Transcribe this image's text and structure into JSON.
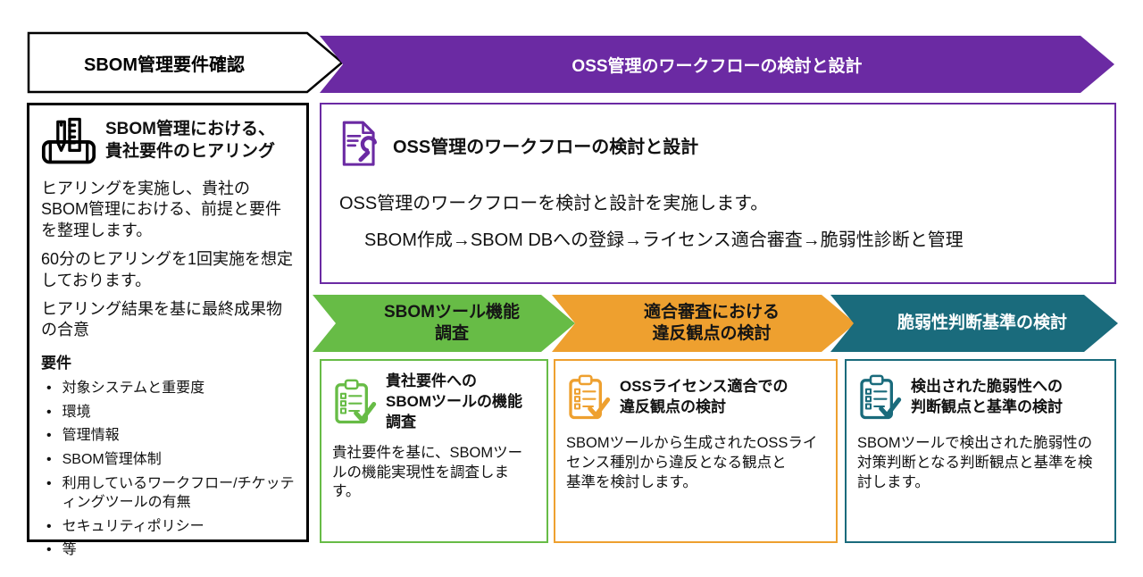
{
  "colors": {
    "purple": "#6B2AA3",
    "green": "#67BC46",
    "orange": "#EEA02F",
    "teal": "#1A6B7C",
    "border_black": "#000000"
  },
  "process_header": {
    "step1": "SBOM管理要件確認",
    "step2": "OSS管理のワークフローの検討と設計"
  },
  "hearing_panel": {
    "icon": "scroll-pencil-ruler-icon",
    "title": "SBOM管理における、\n貴社要件のヒアリング",
    "paragraphs": [
      "ヒアリングを実施し、貴社のSBOM管理における、前提と要件を整理します。",
      "60分のヒアリングを1回実施を想定しております。",
      "ヒアリング結果を基に最終成果物の合意"
    ],
    "requirements_heading": "要件",
    "bullet": "•",
    "requirements": [
      "対象システムと重要度",
      "環境",
      "管理情報",
      "SBOM管理体制",
      "利用しているワークフロー/チケッティングツールの有無",
      "セキュリティポリシー",
      "等"
    ]
  },
  "workflow_panel": {
    "icon": "document-wrench-icon",
    "title": "OSS管理のワークフローの検討と設計",
    "body": "OSS管理のワークフローを検討と設計を実施します。",
    "flow": "SBOM作成→SBOM DBへの登録→ライセンス適合審査→脆弱性診断と管理"
  },
  "sub_steps": {
    "tool": {
      "chevron": "SBOMツール機能\n調査",
      "card_icon": "clipboard-check-icon",
      "card_title": "貴社要件への\nSBOMツールの機能調査",
      "card_body": "貴社要件を基に、SBOMツールの機能実現性を調査します。"
    },
    "license": {
      "chevron": "適合審査における\n違反観点の検討",
      "card_icon": "clipboard-check-icon",
      "card_title": "OSSライセンス適合での\n違反観点の検討",
      "card_body": "SBOMツールから生成されたOSSライセンス種別から違反となる観点と\n基準を検討します。"
    },
    "vulnerability": {
      "chevron": "脆弱性判断基準の検討",
      "card_icon": "clipboard-check-icon",
      "card_title": "検出された脆弱性への\n判断観点と基準の検討",
      "card_body": "SBOMツールで検出された脆弱性の対策判断となる判断観点と基準を検討します。"
    }
  }
}
